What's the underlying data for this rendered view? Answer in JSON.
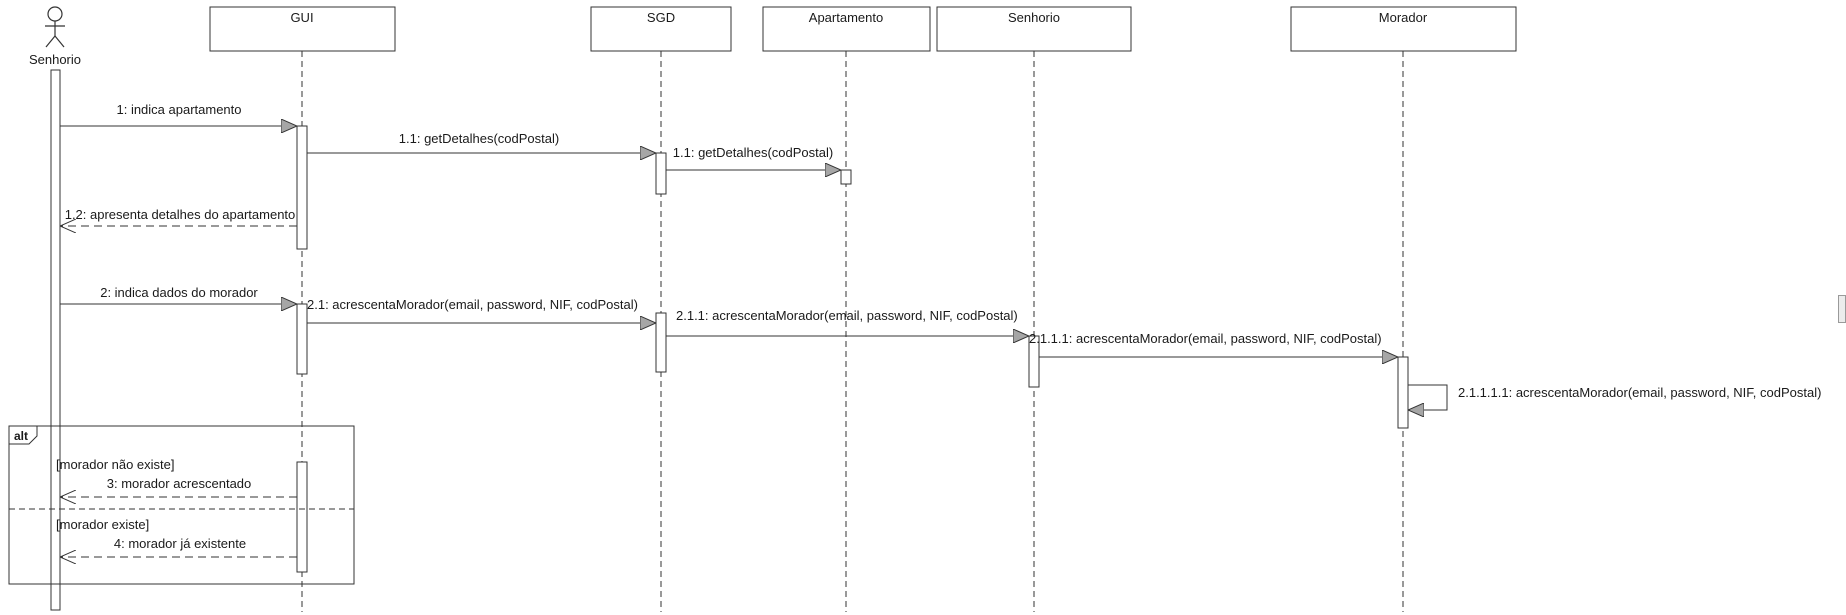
{
  "actor": {
    "name": "Senhorio"
  },
  "lifelines": [
    {
      "id": "gui",
      "name": "GUI"
    },
    {
      "id": "sgd",
      "name": "SGD"
    },
    {
      "id": "apartamento",
      "name": "Apartamento"
    },
    {
      "id": "senhorio",
      "name": "Senhorio"
    },
    {
      "id": "morador",
      "name": "Morador"
    }
  ],
  "messages": [
    {
      "id": "m1",
      "label": "1: indica apartamento"
    },
    {
      "id": "m1-1",
      "label": "1.1: getDetalhes(codPostal)"
    },
    {
      "id": "m1-1-1",
      "label": "1.1: getDetalhes(codPostal)"
    },
    {
      "id": "m1-2",
      "label": "1.2: apresenta detalhes do apartamento"
    },
    {
      "id": "m2",
      "label": "2: indica dados do morador"
    },
    {
      "id": "m2-1",
      "label": "2.1: acrescentaMorador(email, password, NIF, codPostal)"
    },
    {
      "id": "m2-1-1",
      "label": "2.1.1: acrescentaMorador(email, password, NIF, codPostal)"
    },
    {
      "id": "m2-1-1-1",
      "label": "2.1.1.1: acrescentaMorador(email, password, NIF, codPostal)"
    },
    {
      "id": "m2-1-1-1-1",
      "label": "2.1.1.1.1: acrescentaMorador(email, password, NIF, codPostal)"
    },
    {
      "id": "m3",
      "label": "3: morador acrescentado"
    },
    {
      "id": "m4",
      "label": "4: morador já existente"
    }
  ],
  "fragment": {
    "operator": "alt",
    "guards": [
      "[morador não existe]",
      "[morador existe]"
    ]
  }
}
